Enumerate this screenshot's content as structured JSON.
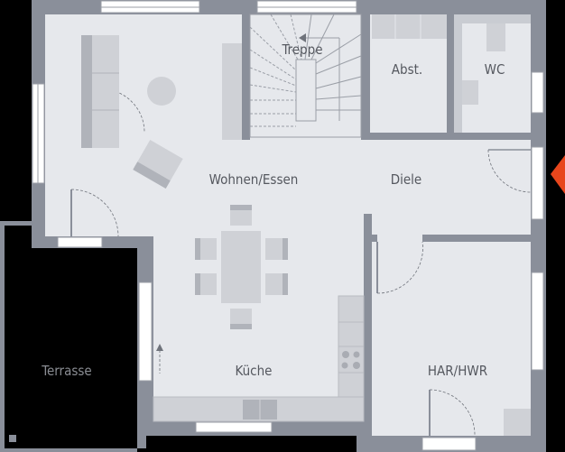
{
  "colors": {
    "background": "#000000",
    "wall": "#8a8f9a",
    "floor": "#e6e8ec",
    "furniture": "#cfd1d6",
    "furniture_dark": "#b0b3ba",
    "entrance_marker": "#e8461c"
  },
  "rooms": {
    "treppe": "Treppe",
    "abstellraum": "Abst.",
    "wc": "WC",
    "wohnen_essen": "Wohnen/Essen",
    "diele": "Diele",
    "kueche": "Küche",
    "har_hwr": "HAR/HWR",
    "terrasse": "Terrasse"
  },
  "icons": {
    "entrance": "entrance-arrow-icon",
    "stair_direction": "stair-arrow-icon"
  }
}
